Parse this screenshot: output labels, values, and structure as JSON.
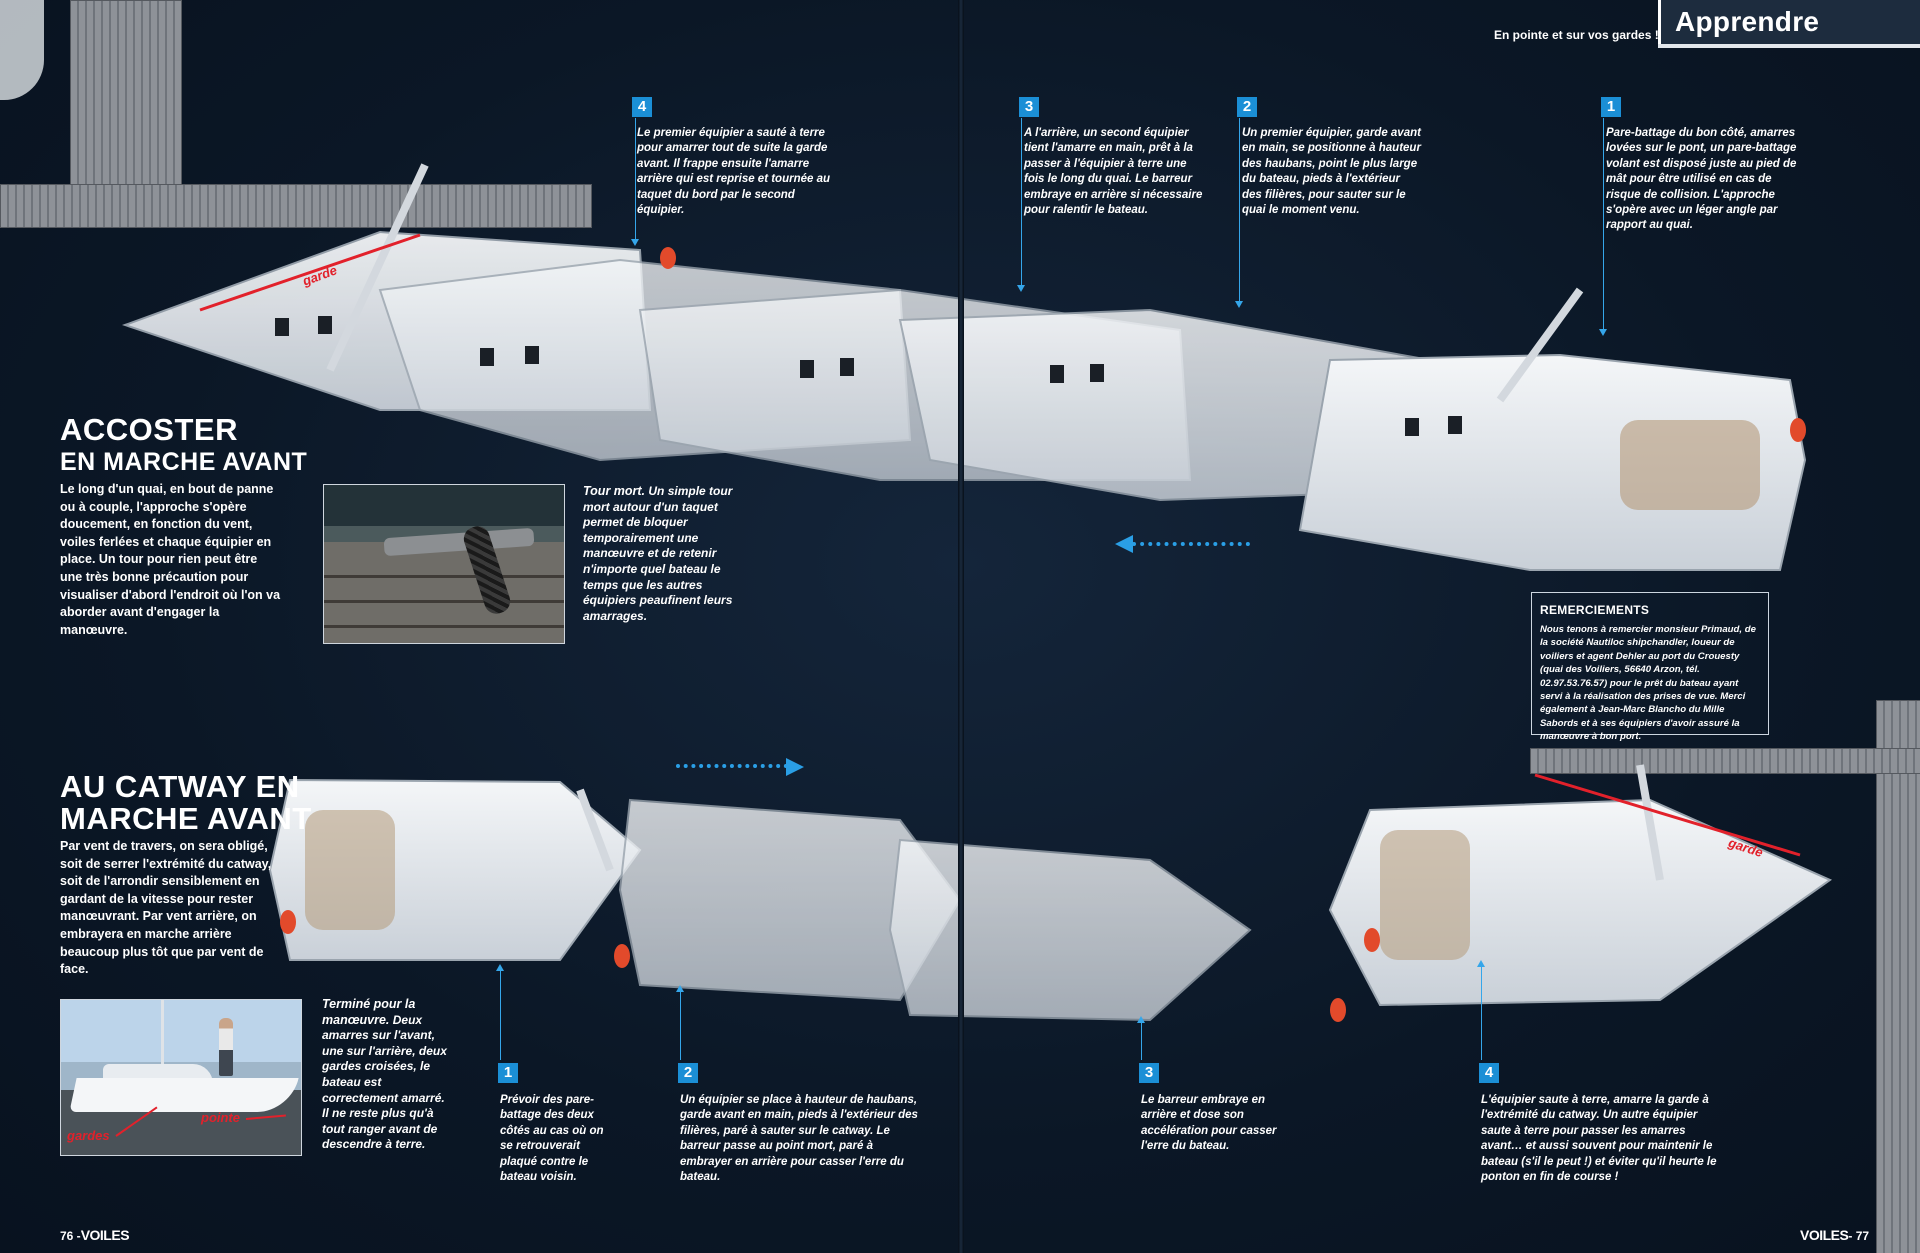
{
  "header": {
    "kicker": "En pointe et sur vos gardes !",
    "section": "Apprendre"
  },
  "section1": {
    "title_line1": "Accoster",
    "title_line2": "en marche avant",
    "body": "Le long d'un quai, en bout de panne ou à couple, l'approche s'opère doucement, en fonction du vent, voiles ferlées et chaque équipier en place. Un tour pour rien peut être une très bonne précaution pour visualiser d'abord l'endroit où l'on va aborder avant d'engager la manœuvre.",
    "photo_caption_title": "Tour mort.",
    "photo_caption": " Un simple tour mort autour d'un taquet permet de bloquer temporairement une manœuvre et de retenir n'importe quel bateau le temps que les autres équipiers peaufinent leurs amarrages.",
    "steps": [
      {
        "n": "1",
        "text": "Pare-battage du bon côté, amarres lovées sur le pont, un pare-battage volant est disposé juste au pied de mât pour être utilisé en cas de risque de collision. L'approche s'opère avec un léger angle par rapport au quai."
      },
      {
        "n": "2",
        "text": "Un premier équipier, garde avant en main, se positionne à hauteur des haubans, point le plus large du bateau, pieds à l'extérieur des filières, pour sauter sur le quai le moment venu."
      },
      {
        "n": "3",
        "text": "A l'arrière, un second équipier tient l'amarre en main, prêt à la passer à l'équipier à terre une fois le long du quai. Le barreur embraye en arrière si nécessaire pour ralentir le bateau."
      },
      {
        "n": "4",
        "text": "Le premier équipier a sauté à terre pour amarrer tout de suite la garde avant. Il frappe ensuite l'amarre arrière qui est reprise et tournée au taquet du bord par le second équipier."
      }
    ]
  },
  "section2": {
    "title_line1": "Au catway en",
    "title_line2": "marche avant",
    "body": "Par vent de travers, on sera obligé, soit de serrer l'extrémité du catway, soit de l'arrondir sensiblement en gardant de la vitesse pour rester manœuvrant. Par vent arrière, on embrayera en marche arrière beaucoup plus tôt que par vent de face.",
    "photo_caption_title": "Terminé pour la manœuvre.",
    "photo_caption": " Deux amarres sur l'avant, une sur l'arrière, deux gardes croisées, le bateau est correctement amarré. Il ne reste plus qu'à tout ranger avant de descendre à terre.",
    "photo_label_gardes": "gardes",
    "photo_label_pointe": "pointe",
    "steps": [
      {
        "n": "1",
        "text": "Prévoir des pare-battage des deux côtés au cas où on se retrouverait plaqué contre le bateau voisin."
      },
      {
        "n": "2",
        "text": "Un équipier se place à hauteur de haubans, garde avant en main, pieds à l'extérieur des filières, paré à sauter sur le catway. Le barreur passe au point mort, paré à embrayer en arrière pour casser l'erre du bateau."
      },
      {
        "n": "3",
        "text": "Le barreur embraye en arrière et dose son accélération pour casser l'erre du bateau."
      },
      {
        "n": "4",
        "text": "L'équipier saute à terre, amarre la garde à l'extrémité du catway. Un autre équipier saute à terre pour passer les amarres avant… et aussi souvent pour maintenir le bateau (s'il le peut !) et éviter qu'il heurte le ponton en fin de course !"
      }
    ]
  },
  "garde_label": "garde",
  "thanks": {
    "title": "REMERCIEMENTS",
    "body": "Nous tenons à remercier monsieur Primaud, de la société Nautiloc shipchandler, loueur de voiliers et agent Dehler au port du Crouesty (quai des Voiliers, 56640 Arzon, tél. 02.97.53.76.57) pour le prêt du bateau ayant servi à la réalisation des prises de vue. Merci également à Jean-Marc Blancho du Mille Sabords et à ses équipiers d'avoir assuré la manœuvre à bon port."
  },
  "folio": {
    "left_num": "76 -",
    "left_mag": "VOILES",
    "right_mag": "VOILES",
    "right_num": "- 77"
  },
  "colors": {
    "background": "#0b1726",
    "accent_blue": "#1b8fd6",
    "garde_red": "#e2212b"
  }
}
